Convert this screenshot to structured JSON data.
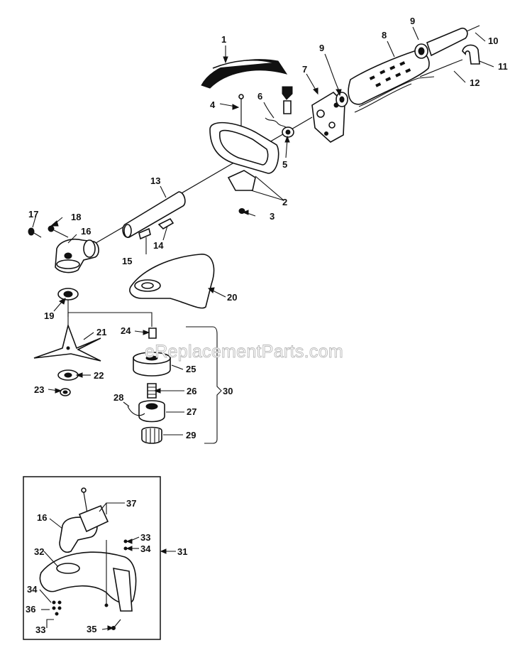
{
  "callouts": {
    "c1": "1",
    "c2": "2",
    "c3": "3",
    "c4": "4",
    "c5": "5",
    "c6": "6",
    "c7": "7",
    "c8": "8",
    "c9a": "9",
    "c9b": "9",
    "c10": "10",
    "c11": "11",
    "c12": "12",
    "c13": "13",
    "c14": "14",
    "c15": "15",
    "c16a": "16",
    "c17": "17",
    "c18": "18",
    "c19": "19",
    "c20": "20",
    "c21": "21",
    "c22": "22",
    "c23": "23",
    "c24": "24",
    "c25": "25",
    "c26": "26",
    "c27": "27",
    "c28": "28",
    "c29": "29",
    "c30": "30",
    "c16b": "16",
    "c37": "37",
    "c33a": "33",
    "c34a": "34",
    "c31": "31",
    "c32": "32",
    "c34b": "34",
    "c36": "36",
    "c33b": "33",
    "c35": "35"
  },
  "watermark": "eReplacementParts.com"
}
